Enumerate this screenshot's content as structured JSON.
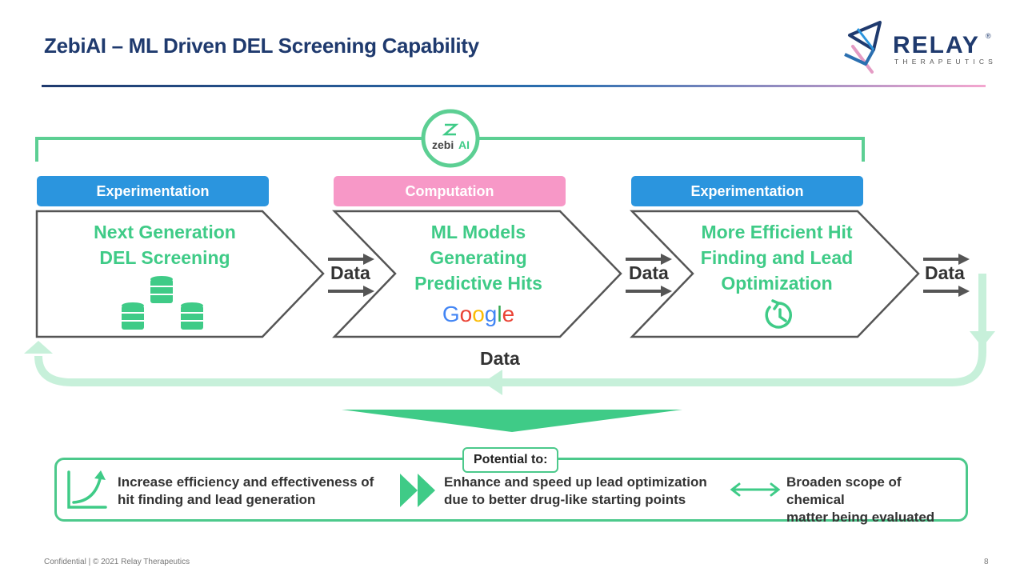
{
  "header": {
    "title": "ZebiAI – ML Driven DEL Screening Capability",
    "logo_name": "RELAY",
    "logo_registered": "®",
    "logo_sub": "THERAPEUTICS"
  },
  "zebi": {
    "name": "zebi",
    "suffix": "AI"
  },
  "phases": [
    {
      "label": "Experimentation",
      "color": "#2b95de"
    },
    {
      "label": "Computation",
      "color": "#f798c7"
    },
    {
      "label": "Experimentation",
      "color": "#2b95de"
    }
  ],
  "steps": [
    {
      "lines": [
        "Next Generation",
        "DEL Screening"
      ],
      "icon": "database-icon"
    },
    {
      "lines": [
        "ML Models",
        "Generating",
        "Predictive Hits"
      ],
      "icon": "google-logo"
    },
    {
      "lines": [
        "More Efficient Hit",
        "Finding and Lead",
        "Optimization"
      ],
      "icon": "clock-refresh-icon"
    }
  ],
  "google_letters": [
    {
      "ch": "G",
      "color": "#4285F4"
    },
    {
      "ch": "o",
      "color": "#EA4335"
    },
    {
      "ch": "o",
      "color": "#FBBC05"
    },
    {
      "ch": "g",
      "color": "#4285F4"
    },
    {
      "ch": "l",
      "color": "#34A853"
    },
    {
      "ch": "e",
      "color": "#EA4335"
    }
  ],
  "data_labels": [
    "Data",
    "Data",
    "Data"
  ],
  "loop_label": "Data",
  "potential": {
    "label": "Potential to:",
    "items": [
      {
        "lines": [
          "Increase efficiency and effectiveness of",
          "hit finding and lead generation"
        ],
        "icon": "growth-curve-icon"
      },
      {
        "lines": [
          "Enhance and speed up lead optimization",
          "due to better drug-like starting points"
        ],
        "icon": "fast-forward-icon"
      },
      {
        "lines": [
          "Broaden scope of chemical",
          "matter being evaluated"
        ],
        "icon": "double-arrow-icon"
      }
    ]
  },
  "footer": {
    "text": "Confidential | © 2021 Relay Therapeutics",
    "page": "8"
  },
  "colors": {
    "title": "#1f3a6e",
    "green": "#3fcb87",
    "light_green": "#c7f0da",
    "blue": "#2b95de",
    "pink": "#f798c7",
    "arrow_gray": "#555555"
  }
}
